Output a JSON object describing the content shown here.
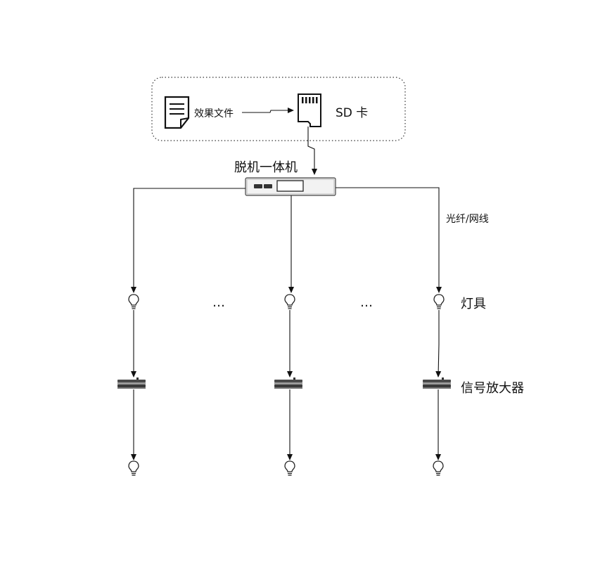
{
  "source_group": {
    "file_label": "效果文件",
    "sd_label": "SD 卡"
  },
  "controller": {
    "label": "脱机一体机"
  },
  "link_label": "光纤/网线",
  "fixture_label": "灯具",
  "amplifier_label": "信号放大器",
  "ellipsis": [
    "…",
    "…"
  ],
  "icons": {
    "file": "document-icon",
    "sd": "sd-card-icon",
    "controller": "controller-box-icon",
    "lamp": "light-bulb-icon",
    "amplifier": "signal-amplifier-icon"
  }
}
